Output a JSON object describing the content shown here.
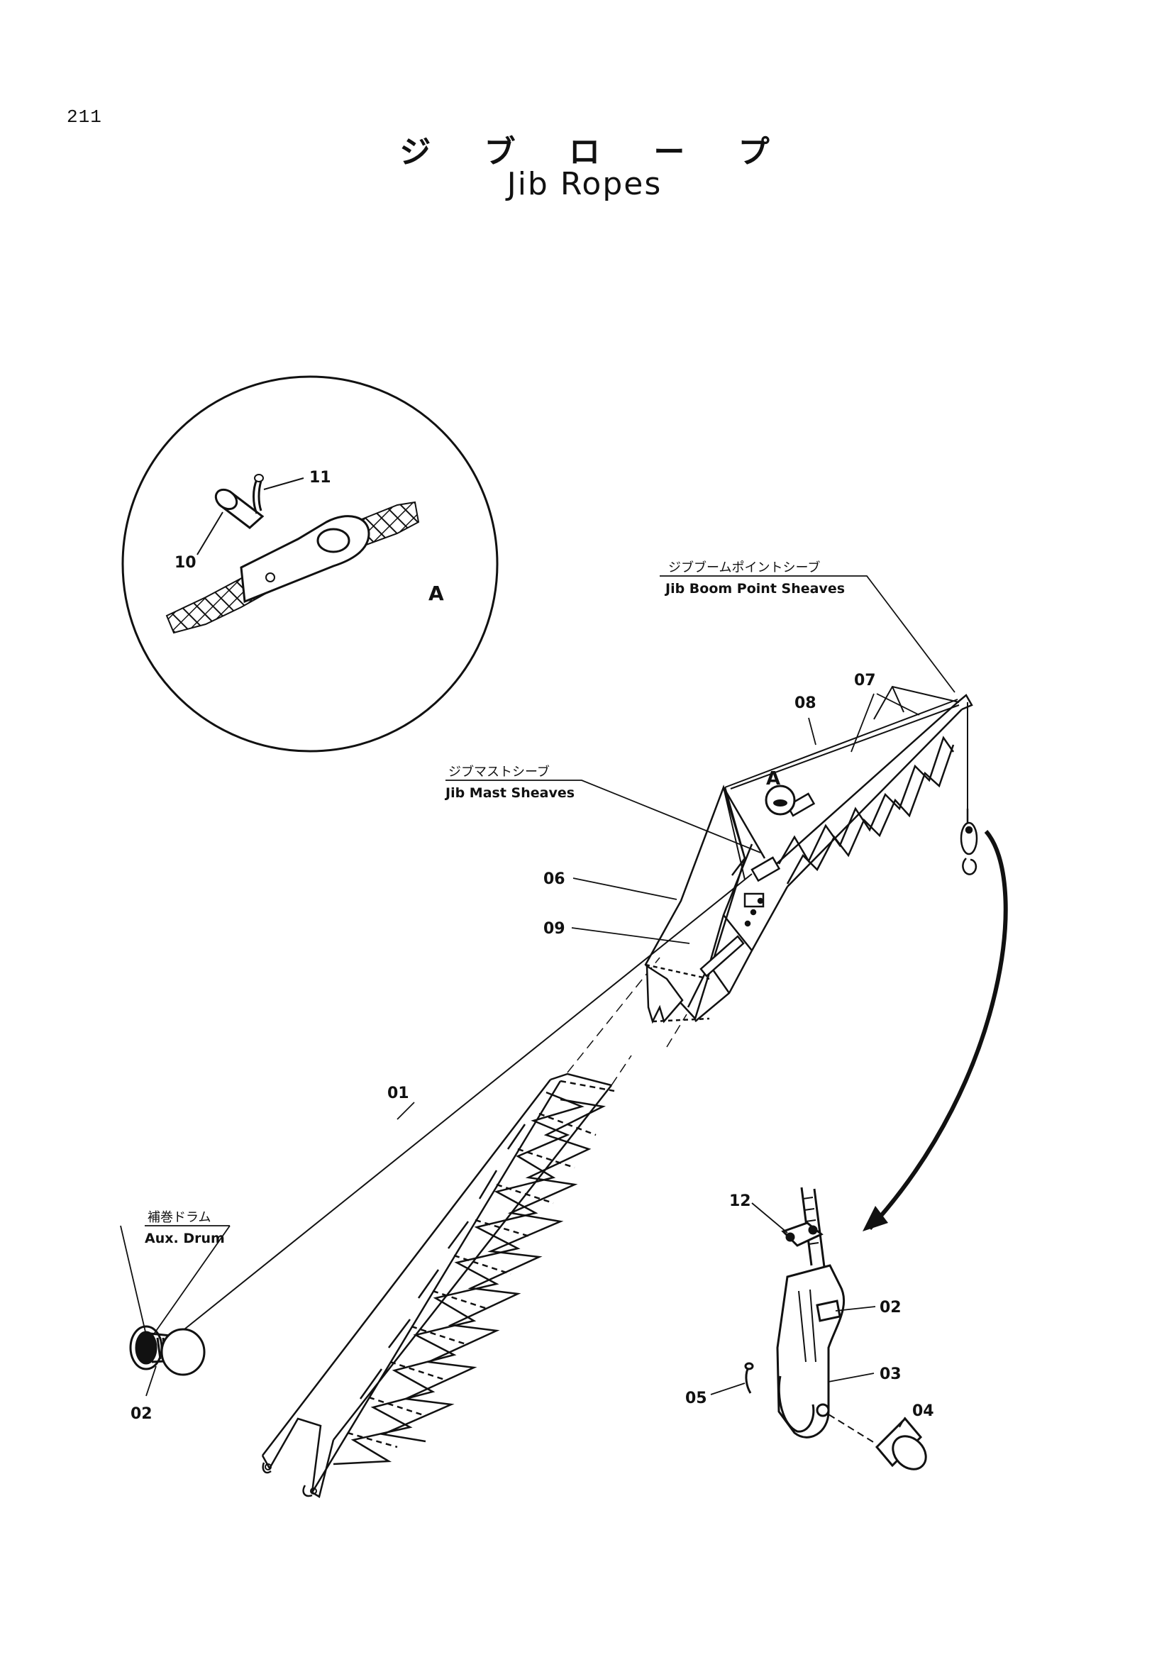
{
  "page_number": "211",
  "title": {
    "japanese": "ジ ブ ロ ー プ",
    "english": "Jib Ropes"
  },
  "callouts": {
    "jib_boom_point_sheaves": {
      "japanese": "ジブブームポイントシーブ",
      "english": "Jib Boom Point Sheaves"
    },
    "jib_mast_sheaves": {
      "japanese": "ジブマストシーブ",
      "english": "Jib Mast Sheaves"
    },
    "aux_drum": {
      "japanese": "補巻ドラム",
      "english": "Aux. Drum"
    }
  },
  "detail_view": {
    "marker": "A"
  },
  "part_numbers": {
    "p01": "01",
    "p02_drum": "02",
    "p02_socket": "02",
    "p03": "03",
    "p04": "04",
    "p05": "05",
    "p06": "06",
    "p07": "07",
    "p08": "08",
    "p09": "09",
    "p10": "10",
    "p11": "11",
    "p12": "12"
  }
}
